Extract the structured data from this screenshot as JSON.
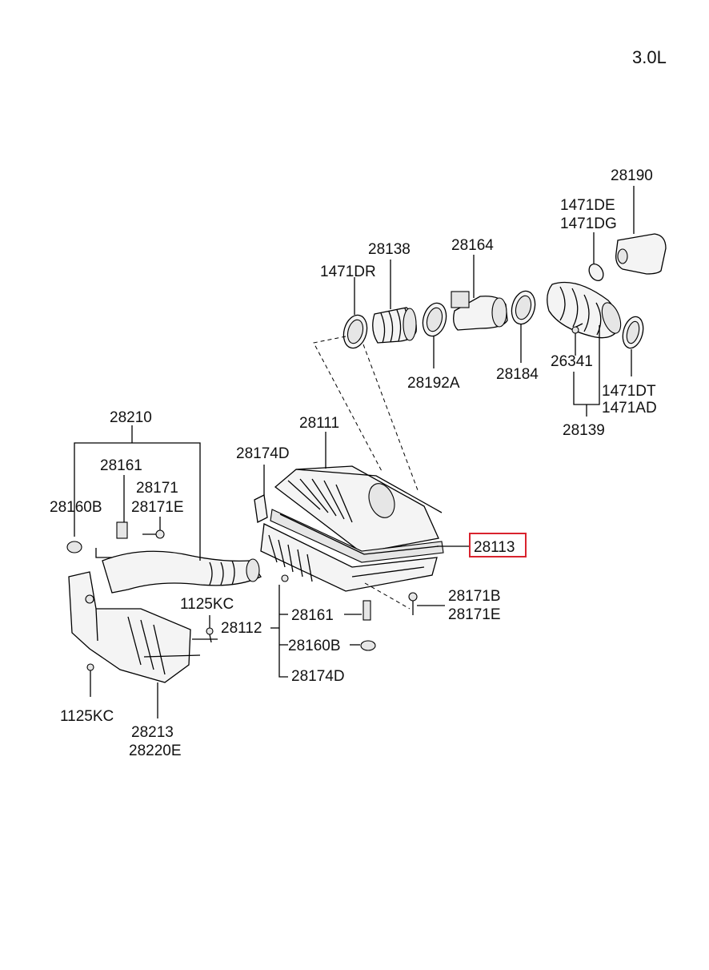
{
  "engine_label": "3.0L",
  "part_numbers": {
    "p28190": "28190",
    "p1471DE": "1471DE",
    "p1471DG": "1471DG",
    "p28164": "28164",
    "p28138": "28138",
    "p1471DR": "1471DR",
    "p28192A": "28192A",
    "p28184": "28184",
    "p26341": "26341",
    "p1471DT": "1471DT",
    "p1471AD": "1471AD",
    "p28139": "28139",
    "p28210": "28210",
    "p28111": "28111",
    "p28174D_top": "28174D",
    "p28161_left": "28161",
    "p28171": "28171",
    "p28171E_left": "28171E",
    "p28160B_left": "28160B",
    "p28113": "28113",
    "p28171B": "28171B",
    "p28171E_right": "28171E",
    "p1125KC_mid": "1125KC",
    "p28112": "28112",
    "p28161_right": "28161",
    "p28160B_right": "28160B",
    "p28174D_bottom": "28174D",
    "p1125KC_bottom": "1125KC",
    "p28213": "28213",
    "p28220E": "28220E"
  },
  "highlighted_part": "28113",
  "highlight_color": "#d9232e"
}
